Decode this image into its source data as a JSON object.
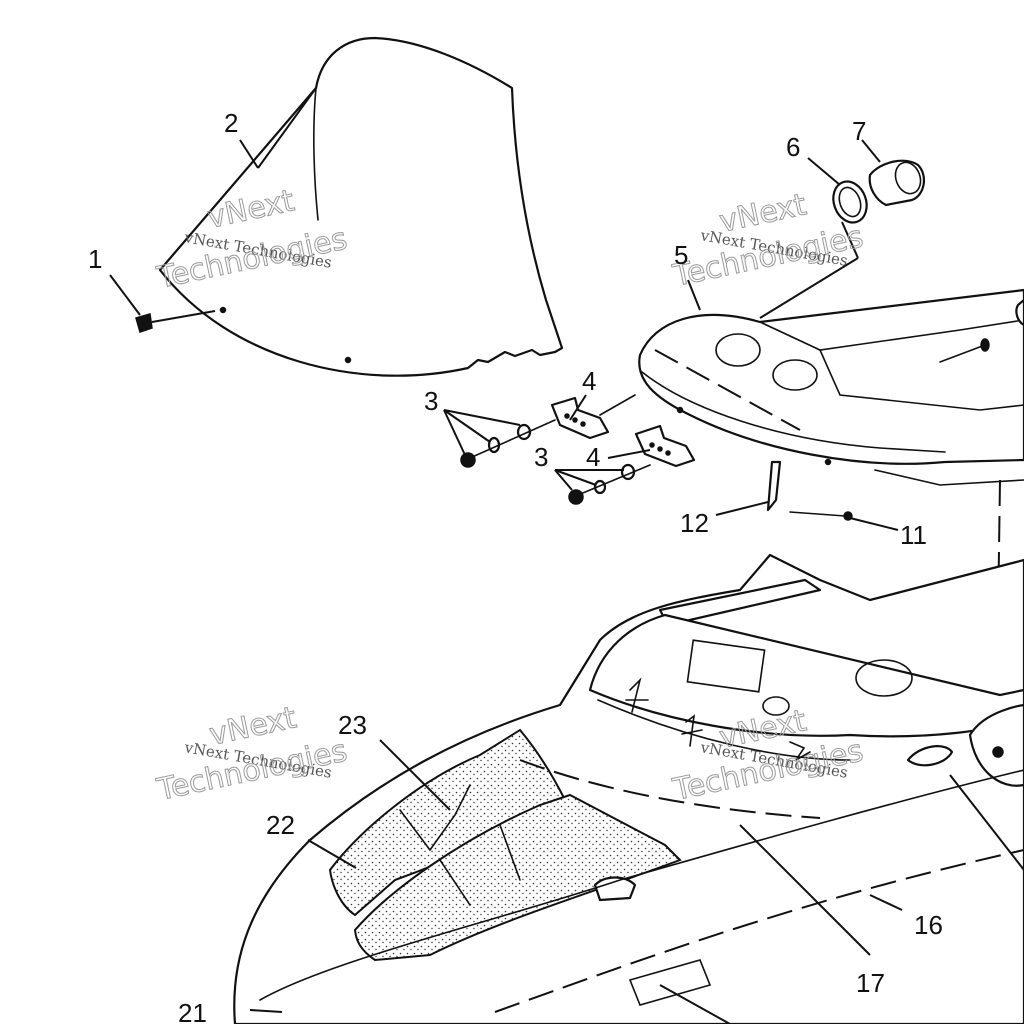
{
  "watermark": {
    "line1": "vNext",
    "line2": "vNext Technologies",
    "line3": "Technologies"
  },
  "callouts": {
    "c1": "1",
    "c2": "2",
    "c3a": "3",
    "c3b": "3",
    "c4a": "4",
    "c4b": "4",
    "c5": "5",
    "c6": "6",
    "c7": "7",
    "c11": "11",
    "c12": "12",
    "c16": "16",
    "c17": "17",
    "c21": "21",
    "c22": "22",
    "c23": "23"
  }
}
